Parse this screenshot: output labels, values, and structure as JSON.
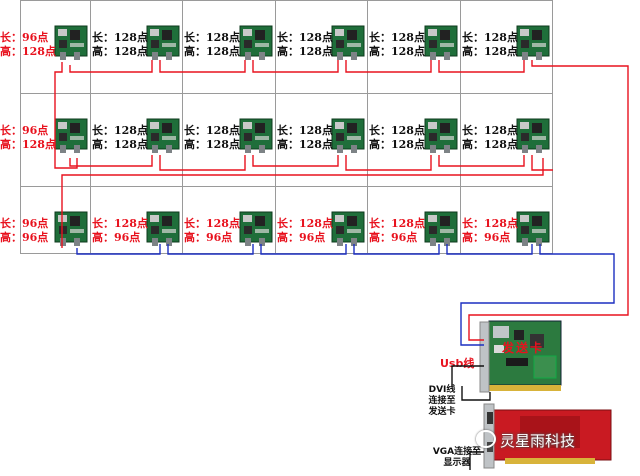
{
  "grid": {
    "rows": [
      {
        "first_color": "red",
        "rest_color": "black",
        "first": {
          "w": "96点",
          "h": "128点"
        },
        "rest": {
          "w": "128点",
          "h": "128点"
        }
      },
      {
        "first_color": "red",
        "rest_color": "black",
        "first": {
          "w": "96点",
          "h": "128点"
        },
        "rest": {
          "w": "128点",
          "h": "128点"
        }
      },
      {
        "first_color": "red",
        "rest_color": "red",
        "first": {
          "w": "96点",
          "h": "96点"
        },
        "rest": {
          "w": "128点",
          "h": "96点"
        }
      }
    ],
    "length_key": "长：",
    "height_key": "高：",
    "cols": 6
  },
  "hardware": {
    "usb_label": "Usb线",
    "send_card_label": "发送卡",
    "dvi_caption": [
      "DVI线",
      "连接至",
      "发送卡"
    ],
    "vga_caption": [
      "VGA连接至",
      "显示器"
    ],
    "brand": "灵星雨科技"
  },
  "colors": {
    "red_cable": "#e8121e",
    "blue_cable": "#1c2fc0",
    "board": "#1f6e3a"
  }
}
